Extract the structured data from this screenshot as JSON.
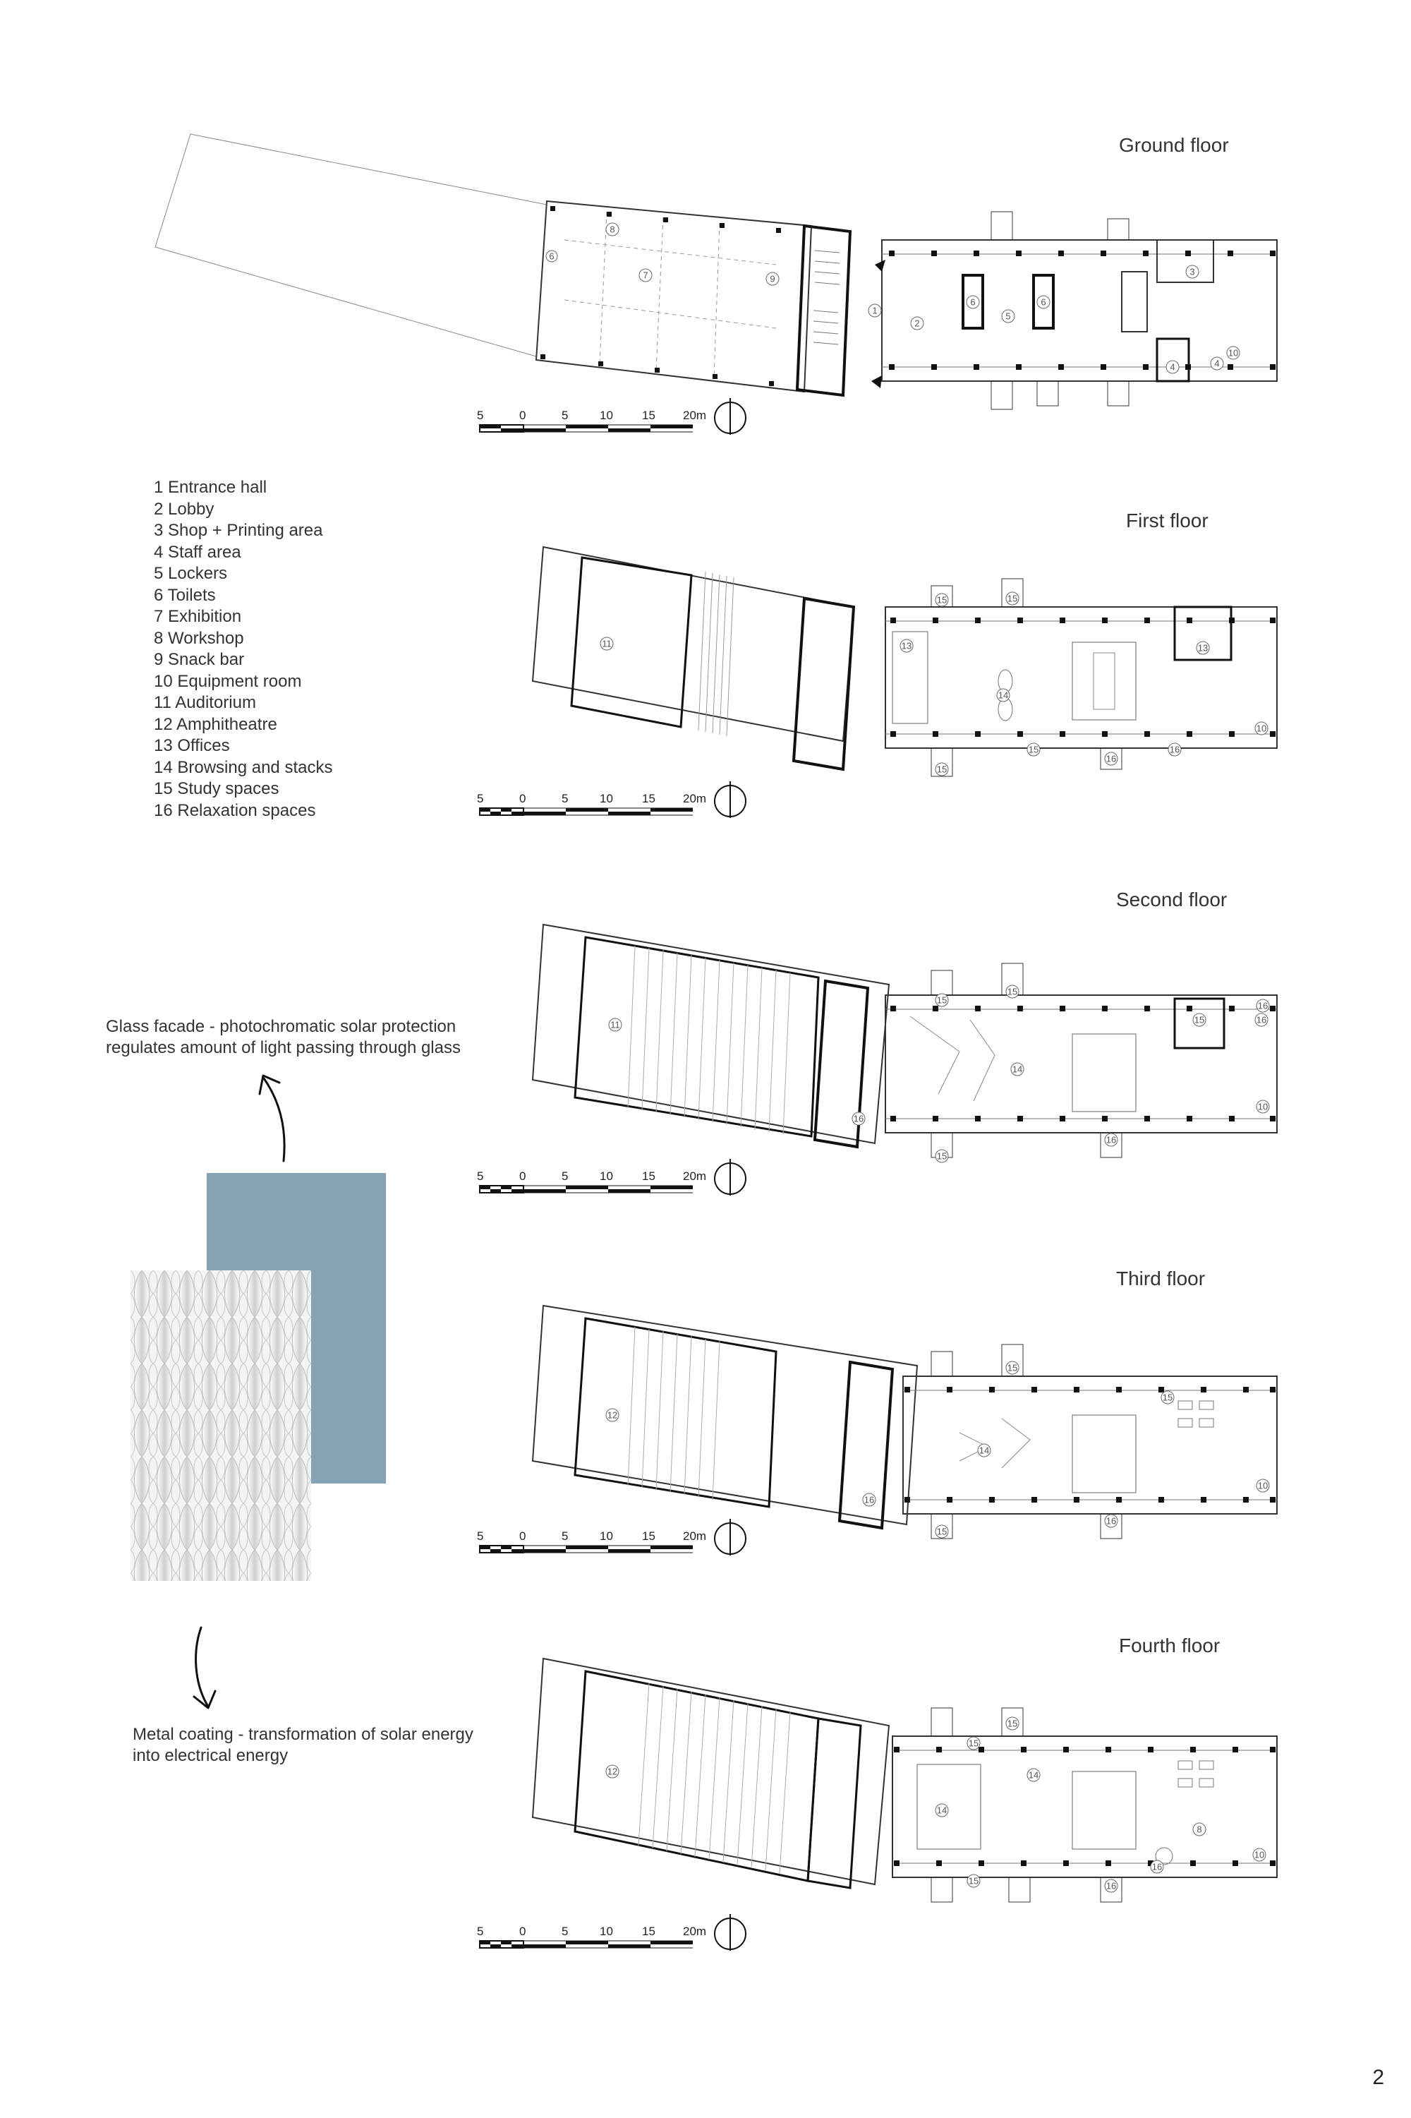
{
  "floors": [
    {
      "title": "Ground floor",
      "rooms": [
        "8",
        "7",
        "9",
        "1",
        "2",
        "6",
        "5",
        "6",
        "3",
        "4",
        "4",
        "10",
        "6"
      ]
    },
    {
      "title": "First floor",
      "rooms": [
        "11",
        "13",
        "15",
        "15",
        "14",
        "15",
        "15",
        "16",
        "16",
        "13",
        "10"
      ]
    },
    {
      "title": "Second floor",
      "rooms": [
        "11",
        "15",
        "15",
        "14",
        "16",
        "15",
        "16",
        "16",
        "10",
        "15",
        "16"
      ]
    },
    {
      "title": "Third floor",
      "rooms": [
        "12",
        "15",
        "14",
        "15",
        "16",
        "16",
        "15",
        "10"
      ]
    },
    {
      "title": "Fourth floor",
      "rooms": [
        "12",
        "15",
        "14",
        "14",
        "15",
        "15",
        "16",
        "16",
        "8",
        "10"
      ]
    }
  ],
  "legend": [
    "1 Entrance hall",
    "2 Lobby",
    "3 Shop + Printing area",
    "4 Staff area",
    "5 Lockers",
    "6 Toilets",
    "7 Exhibition",
    "8 Workshop",
    "9 Snack bar",
    "10 Equipment room",
    "11 Auditorium",
    "12 Amphitheatre",
    "13 Offices",
    "14 Browsing and stacks",
    "15 Study spaces",
    "16 Relaxation spaces"
  ],
  "scale_bar": {
    "labels": [
      "5",
      "0",
      "5",
      "10",
      "15",
      "20m"
    ]
  },
  "glass_note": {
    "line1": "Glass facade - photochromatic solar protection",
    "line2": "regulates amount of light passing through glass"
  },
  "metal_note": {
    "line1": "Metal coating - transformation of solar energy",
    "line2": "into electrical energy"
  },
  "colors": {
    "glass_swatch": "#86a3b3",
    "metal_swatch": "#e8e8e8",
    "ink": "#222222"
  },
  "page_number": "2"
}
